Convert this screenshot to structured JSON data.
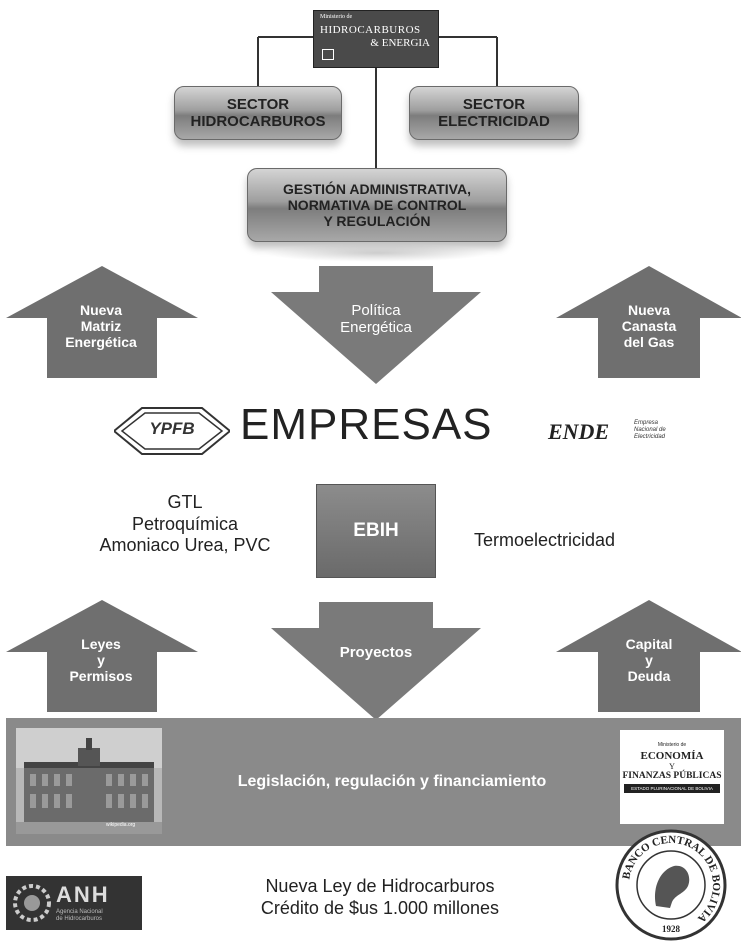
{
  "ministry_box": {
    "small": "Ministerio de",
    "line1": "HIDROCARBUROS",
    "line2": "& ENERGIA"
  },
  "sectors": {
    "hidrocarburos": "SECTOR\nHIDROCARBUROS",
    "electricidad": "SECTOR\nELECTRICIDAD",
    "gestion": "GESTIÓN ADMINISTRATIVA,\nNORMATIVA DE CONTROL\nY REGULACIÓN"
  },
  "row1_arrows": {
    "left": "Nueva\nMatriz\nEnergética",
    "center": "Política\nEnergética",
    "right": "Nueva\nCanasta\ndel Gas"
  },
  "empresas": {
    "title": "EMPRESAS",
    "ypfb_logo": "YPFB",
    "ende_logo": "ENDE",
    "ende_caption": "Empresa\nNacional de\nElectricidad"
  },
  "ebih_row": {
    "left_text": "GTL\nPetroquímica\nAmoniaco Urea, PVC",
    "box": "EBIH",
    "right_text": "Termoelectricidad"
  },
  "row2_arrows": {
    "left": "Leyes\ny\nPermisos",
    "center": "Proyectos",
    "right": "Capital\ny\nDeuda"
  },
  "banner": {
    "text": "Legislación, regulación y financiamiento",
    "photo_caption": "wikipedia.org",
    "economia_small": "Ministerio de",
    "economia_line1": "ECONOMÍA",
    "economia_y": "Y",
    "economia_line2": "FINANZAS PÚBLICAS",
    "economia_bar": "ESTADO PLURINACIONAL DE BOLIVIA"
  },
  "footer": {
    "anh_logo": "ANH",
    "anh_caption": "Agencia Nacional\nde Hidrocarburos",
    "text": "Nueva Ley de Hidrocarburos\nCrédito de $us 1.000 millones",
    "bcb_ring": "BANCO CENTRAL DE BOLIVIA",
    "bcb_year": "1928"
  }
}
